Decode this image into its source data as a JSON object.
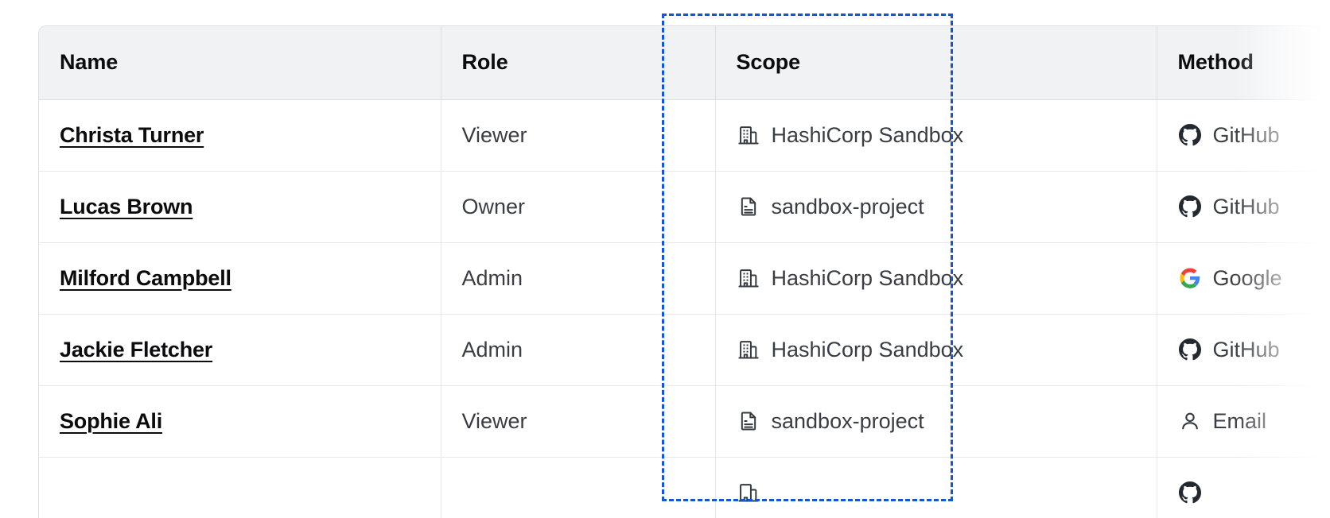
{
  "table": {
    "columns": [
      {
        "key": "name",
        "label": "Name"
      },
      {
        "key": "role",
        "label": "Role"
      },
      {
        "key": "scope",
        "label": "Scope"
      },
      {
        "key": "method",
        "label": "Method"
      }
    ],
    "rows": [
      {
        "name": "Christa Turner",
        "role": "Viewer",
        "scope": "HashiCorp Sandbox",
        "scope_icon": "building-icon",
        "method": "GitHub",
        "method_icon": "github-icon"
      },
      {
        "name": "Lucas Brown",
        "role": "Owner",
        "scope": "sandbox-project",
        "scope_icon": "document-icon",
        "method": "GitHub",
        "method_icon": "github-icon"
      },
      {
        "name": "Milford Campbell",
        "role": "Admin",
        "scope": "HashiCorp Sandbox",
        "scope_icon": "building-icon",
        "method": "Google",
        "method_icon": "google-icon"
      },
      {
        "name": "Jackie Fletcher",
        "role": "Admin",
        "scope": "HashiCorp Sandbox",
        "scope_icon": "building-icon",
        "method": "GitHub",
        "method_icon": "github-icon"
      },
      {
        "name": "Sophie Ali",
        "role": "Viewer",
        "scope": "sandbox-project",
        "scope_icon": "document-icon",
        "method": "Email",
        "method_icon": "person-icon"
      },
      {
        "name": "",
        "role": "",
        "scope": "",
        "scope_icon": "building-icon",
        "method": "",
        "method_icon": "github-icon"
      }
    ]
  },
  "annotation": {
    "target_column": "Scope",
    "highlight_color": "#1356d6",
    "style": "dashed-rectangle"
  },
  "colors": {
    "header_background": "#f1f2f4",
    "row_background": "#ffffff",
    "border": "#dedfe3",
    "row_border": "#e7e8eb",
    "link_text": "#0c0c0e",
    "body_text": "#3b3d45",
    "github_icon": "#24292f",
    "google_blue": "#4285f4",
    "google_red": "#ea4335",
    "google_yellow": "#fbbc05",
    "google_green": "#34a853"
  }
}
